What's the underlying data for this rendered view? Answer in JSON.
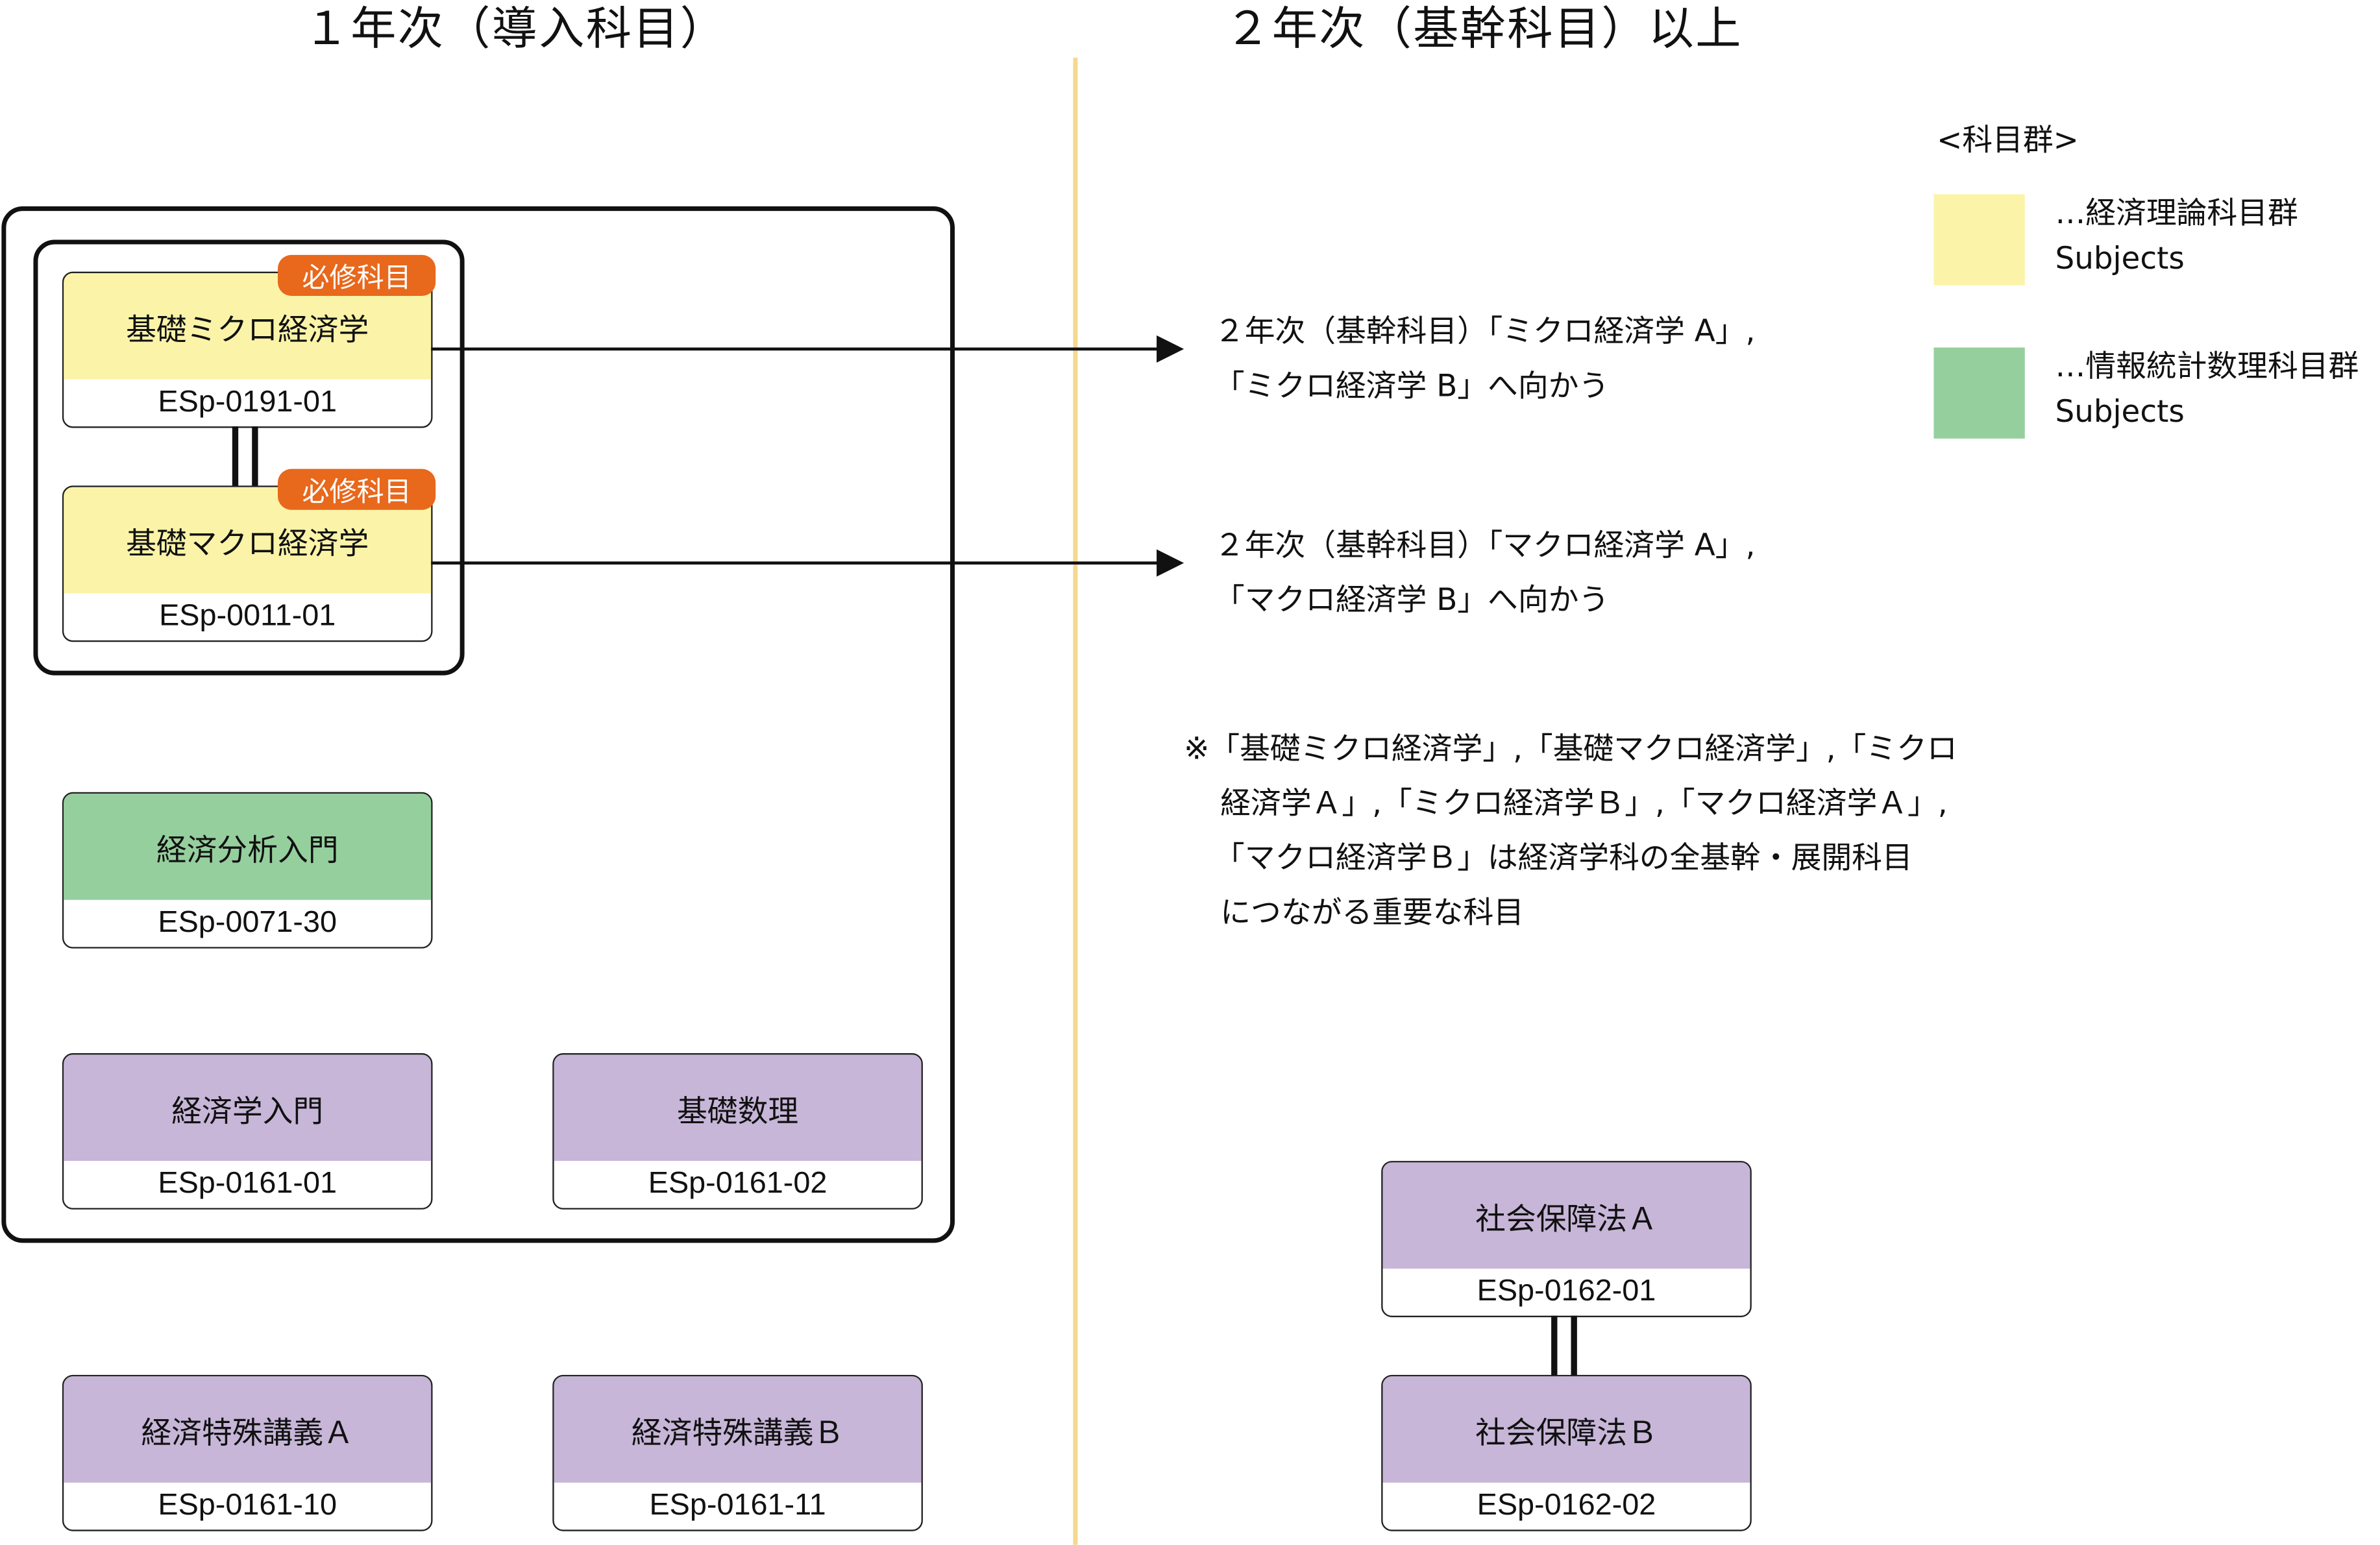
{
  "columns": {
    "first_year": "１年次（導入科目）",
    "second_year": "２年次（基幹科目）以上"
  },
  "badge_required": "必修科目",
  "courses": {
    "micro": {
      "name": "基礎ミクロ経済学",
      "code": "ESp-0191-01"
    },
    "macro": {
      "name": "基礎マクロ経済学",
      "code": "ESp-0011-01"
    },
    "analysis": {
      "name": "経済分析入門",
      "code": "ESp-0071-30"
    },
    "intro": {
      "name": "経済学入門",
      "code": "ESp-0161-01"
    },
    "math": {
      "name": "基礎数理",
      "code": "ESp-0161-02"
    },
    "special_a": {
      "name": "経済特殊講義Ａ",
      "code": "ESp-0161-10"
    },
    "special_b": {
      "name": "経済特殊講義Ｂ",
      "code": "ESp-0161-11"
    },
    "social_a": {
      "name": "社会保障法Ａ",
      "code": "ESp-0162-01"
    },
    "social_b": {
      "name": "社会保障法Ｂ",
      "code": "ESp-0162-02"
    }
  },
  "arrow_notes": {
    "micro": [
      "２年次（基幹科目）「ミクロ経済学 A」,",
      "「ミクロ経済学 B」へ向かう"
    ],
    "macro": [
      "２年次（基幹科目）「マクロ経済学 A」,",
      "「マクロ経済学 B」へ向かう"
    ]
  },
  "footnote": [
    "※「基礎ミクロ経済学」,「基礎マクロ経済学」,「ミクロ",
    "経済学Ａ」,「ミクロ経済学Ｂ」,「マクロ経済学Ａ」,",
    "「マクロ経済学Ｂ」は経済学科の全基幹・展開科目",
    "につながる重要な科目"
  ],
  "legend": {
    "title": "<科目群>",
    "items": [
      {
        "label": "…経済理論科目群",
        "sub": "Subjects",
        "color": "#fbf4a8"
      },
      {
        "label": "…情報統計数理科目群",
        "sub": "Subjects",
        "color": "#96cf9e"
      }
    ]
  },
  "colors": {
    "theory": "#fbf4a8",
    "stats": "#96cf9e",
    "other": "#c7b6d8",
    "badge": "#e8681c",
    "divider": "#f6d98e"
  }
}
